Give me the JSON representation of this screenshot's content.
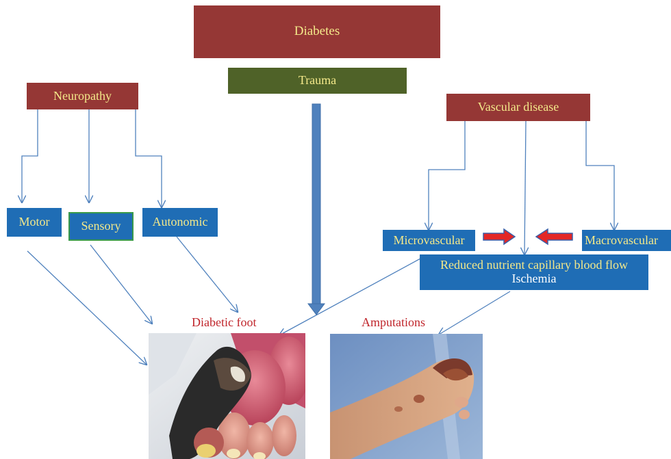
{
  "nodes": {
    "diabetes": "Diabetes",
    "trauma": "Trauma",
    "neuropathy": "Neuropathy",
    "vascular": "Vascular disease",
    "motor": "Motor",
    "sensory": "Sensory",
    "autonomic": "Autonomic",
    "microvascular": "Microvascular",
    "macrovascular": "Macrovascular",
    "reduced_flow": "Reduced nutrient capillary blood flow",
    "ischemia": "Ischemia"
  },
  "labels": {
    "diabetic_foot": "Diabetic foot",
    "amputations": "Amputations"
  },
  "colors": {
    "dark_red": "#953735",
    "olive": "#4f6228",
    "blue": "#1f6db5",
    "text_yellow": "#f4e98a",
    "arrow_blue": "#4f81bd",
    "label_red": "#c0262c"
  }
}
